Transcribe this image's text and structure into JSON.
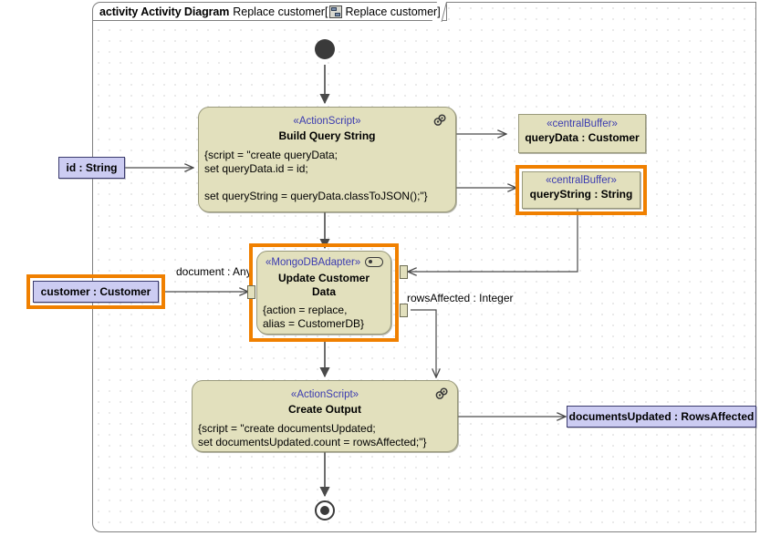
{
  "frame": {
    "keyword": "activity Activity Diagram",
    "name": "Replace customer",
    "bracket_open": "[",
    "diagram_icon": "uml-diagram-icon",
    "diagram_name": "Replace customer",
    "bracket_close": "]"
  },
  "nodes": {
    "initial": {
      "name": "initial-node"
    },
    "build_query": {
      "stereotype": "«ActionScript»",
      "name": "Build Query String",
      "body_line1": "{script = \"create queryData;",
      "body_line2": "set queryData.id = id;",
      "body_line3": "",
      "body_line4": "set queryString = queryData.classToJSON();\"}",
      "icon": "script-gears-icon"
    },
    "update_customer": {
      "stereotype": "«MongoDBAdapter»",
      "name_line1": "Update Customer",
      "name_line2": "Data",
      "body_line1": "{action = replace,",
      "body_line2": "alias = CustomerDB}",
      "icon": "adapter-toggle-icon",
      "selected": true
    },
    "create_output": {
      "stereotype": "«ActionScript»",
      "name": "Create Output",
      "body_line1": "{script = \"create documentsUpdated;",
      "body_line2": "set documentsUpdated.count = rowsAffected;\"}",
      "icon": "script-gears-icon"
    },
    "final": {
      "name": "activity-final-node"
    }
  },
  "buffers": [
    {
      "stereotype": "«centralBuffer»",
      "label": "queryData : Customer",
      "selected": false
    },
    {
      "stereotype": "«centralBuffer»",
      "label": "queryString : String",
      "selected": true
    }
  ],
  "parameters": [
    {
      "label": "id : String",
      "selected": false
    },
    {
      "label": "customer : Customer",
      "selected": true
    },
    {
      "label": "documentsUpdated : RowsAffected",
      "selected": false
    }
  ],
  "edge_labels": [
    {
      "text": "document : Any"
    },
    {
      "text": "rowsAffected : Integer"
    }
  ],
  "colors": {
    "action_fill": "#e2e0bd",
    "action_border": "#9a9a7c",
    "param_fill": "#ccccf2",
    "param_border": "#3b3b6e",
    "stereotype_text": "#3b3bb0",
    "selection": "#f08000",
    "frame_border": "#808080",
    "edge": "#4a4a4a"
  }
}
